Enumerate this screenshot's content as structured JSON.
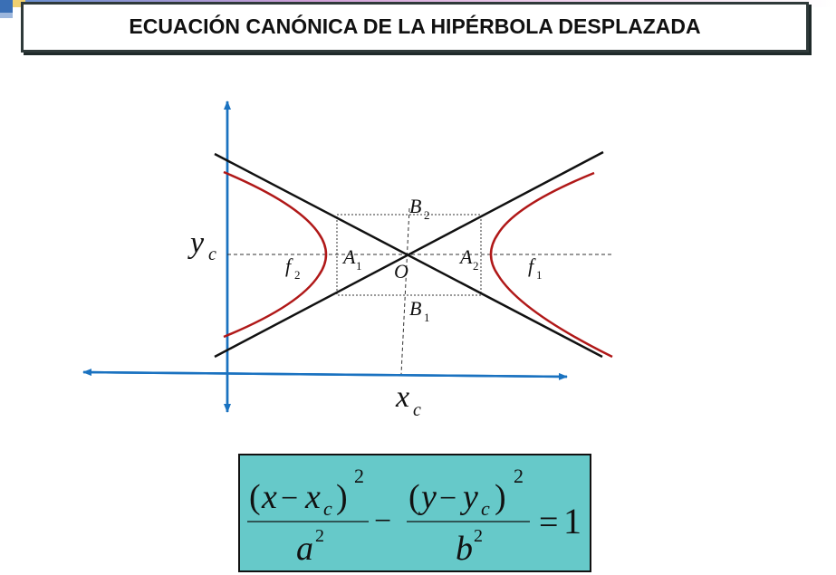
{
  "slide": {
    "title": "ECUACIÓN CANÓNICA DE LA HIPÉRBOLA DESPLAZADA"
  },
  "diagram": {
    "labels": {
      "B": "B",
      "B2_sub": "2",
      "B1_sub": "1",
      "A": "A",
      "A1_sub": "1",
      "A2_sub": "2",
      "f": "f",
      "f1_sub": "1",
      "f2_sub": "2",
      "O": "O",
      "yc_main": "y",
      "yc_sub": "c",
      "xc_main": "x",
      "xc_sub": "c"
    },
    "colors": {
      "axes": "#1a72c0",
      "hyperbola": "#b01818",
      "asymptotes": "#111111"
    }
  },
  "formula": {
    "num1_open": "(",
    "num1_x": "x",
    "num1_minus": "−",
    "num1_xc": "x",
    "num1_c": "c",
    "num1_close": ")",
    "num1_exp": "2",
    "den1": "a",
    "den1_exp": "2",
    "minus": "−",
    "num2_open": "(",
    "num2_y": "y",
    "num2_minus": "−",
    "num2_yc": "y",
    "num2_c": "c",
    "num2_close": ")",
    "num2_exp": "2",
    "den2": "b",
    "den2_exp": "2",
    "equals": "=",
    "one": "1",
    "background": "#66c9c9"
  }
}
